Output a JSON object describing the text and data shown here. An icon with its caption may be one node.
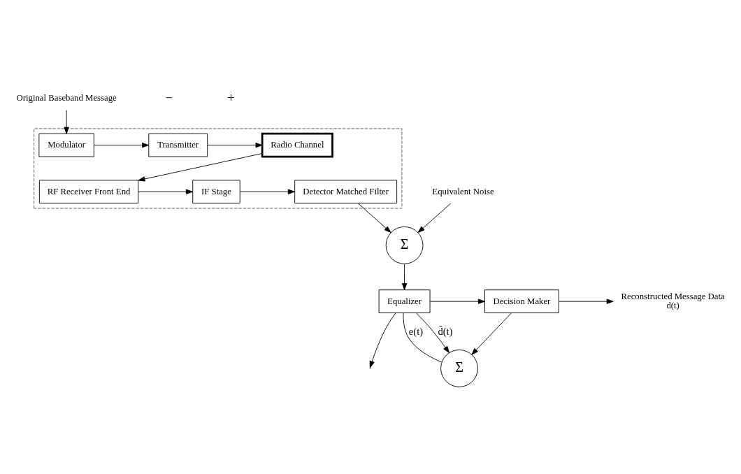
{
  "diagram": {
    "nodes": [
      {
        "text": [],
        "shape": "box"
      },
      {
        "text": [
          "Original Baseband Message"
        ]
      },
      {
        "text": [
          "Modulator"
        ],
        "in": 0
      },
      {
        "text": [
          "Transmitter"
        ],
        "in": 0
      },
      {
        "text": [
          "Radio Channel"
        ],
        "in": 0
      },
      {
        "text": [
          "RF Receiver Front End"
        ],
        "in": 0
      },
      {
        "text": [
          "IF Stage"
        ],
        "in": 0
      },
      {
        "text": [
          "Detector Matched Filter"
        ],
        "in": 0
      },
      {
        "text": [
          "Equivalent Noise"
        ]
      },
      {
        "text": [
          "Σ"
        ]
      },
      {
        "text": [
          "Equalizer"
        ]
      },
      {
        "text": [
          "Decision Maker"
        ]
      },
      {
        "text": [
          "Reconstructed Message Data",
          "d(t)"
        ]
      },
      {
        "text": [
          "Σ"
        ]
      }
    ],
    "edges": [
      {
        "from": 1,
        "to": 2,
        "arrow": "to"
      },
      {
        "from": 2,
        "to": 3,
        "arrow": "to"
      },
      {
        "from": 3,
        "to": 4,
        "arrow": "to"
      },
      {
        "from": 4,
        "to": 5,
        "arrow": "to"
      },
      {
        "from": 5,
        "to": 6,
        "arrow": "to"
      },
      {
        "from": 6,
        "to": 7,
        "arrow": "to"
      },
      {
        "from": 7,
        "to": 9,
        "arrow": "to"
      },
      {
        "from": 8,
        "to": 9,
        "arrow": "to"
      },
      {
        "from": 9,
        "to": 10,
        "arrow": "to"
      },
      {
        "from": 10,
        "to": 11,
        "arrow": "to"
      },
      {
        "from": 11,
        "to": 12,
        "arrow": "to"
      },
      {
        "from": 10,
        "to": 13,
        "arrow": "to",
        "label": "d̂(t)"
      },
      {
        "from": 11,
        "to": 13,
        "arrow": "to"
      },
      {
        "from": 13,
        "to": 10,
        "arrow": "none",
        "label": "e(t)"
      },
      {
        "from": 10,
        "to": null,
        "arrow": "to"
      }
    ],
    "labels": [
      "−",
      "+"
    ]
  }
}
